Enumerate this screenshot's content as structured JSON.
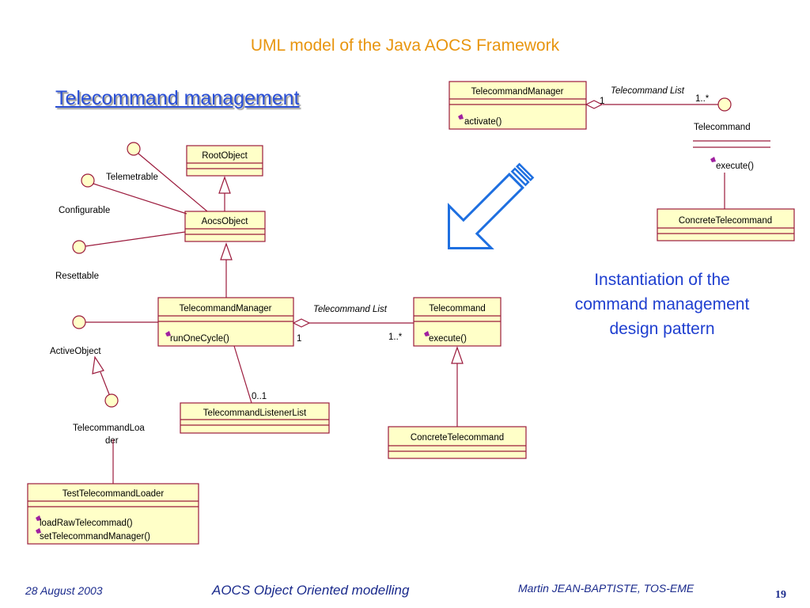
{
  "slide": {
    "title": "UML model of the Java AOCS Framework",
    "section_title": "Telecommand management",
    "caption": "Instantiation of the command management design pattern"
  },
  "footer": {
    "date": "28 August 2003",
    "center": "AOCS Object Oriented modelling",
    "author": "Martin JEAN-BAPTISTE, TOS-EME",
    "page": "19"
  },
  "pattern_diagram": {
    "manager_class": "TelecommandManager",
    "manager_op": "activate()",
    "assoc_label": "Telecommand List",
    "mult_one": "1",
    "mult_many": "1..*",
    "telecommand_iface": "Telecommand",
    "execute_op": "execute()",
    "concrete_class": "ConcreteTelecommand"
  },
  "framework_diagram": {
    "root_object": "RootObject",
    "aocs_object": "AocsObject",
    "telemetrable": "Telemetrable",
    "configurable": "Configurable",
    "resettable": "Resettable",
    "active_object": "ActiveObject",
    "manager_class": "TelecommandManager",
    "manager_op": "runOneCycle()",
    "assoc_label": "Telecommand List",
    "mult_one": "1",
    "mult_many": "1..*",
    "mult_listener": "0..1",
    "telecommand_class": "Telecommand",
    "execute_op": "execute()",
    "concrete_class": "ConcreteTelecommand",
    "listener_list": "TelecommandListenerList",
    "loader_line1": "TelecommandLoa",
    "loader_line2": "der",
    "test_loader": "TestTelecommandLoader",
    "test_op1": "loadRawTelecommad()",
    "test_op2": "setTelecommandManager()"
  },
  "colors": {
    "title": "#e8950e",
    "section": "#2a4fd6",
    "caption": "#1f3fd0",
    "footer": "#1a2a8c",
    "uml_line": "#9b1a3c",
    "uml_fill": "#ffffc8",
    "arrow": "#1e6fe0"
  },
  "icons": [
    "interface-lollipop-icon",
    "operation-icon",
    "big-arrow-icon"
  ]
}
